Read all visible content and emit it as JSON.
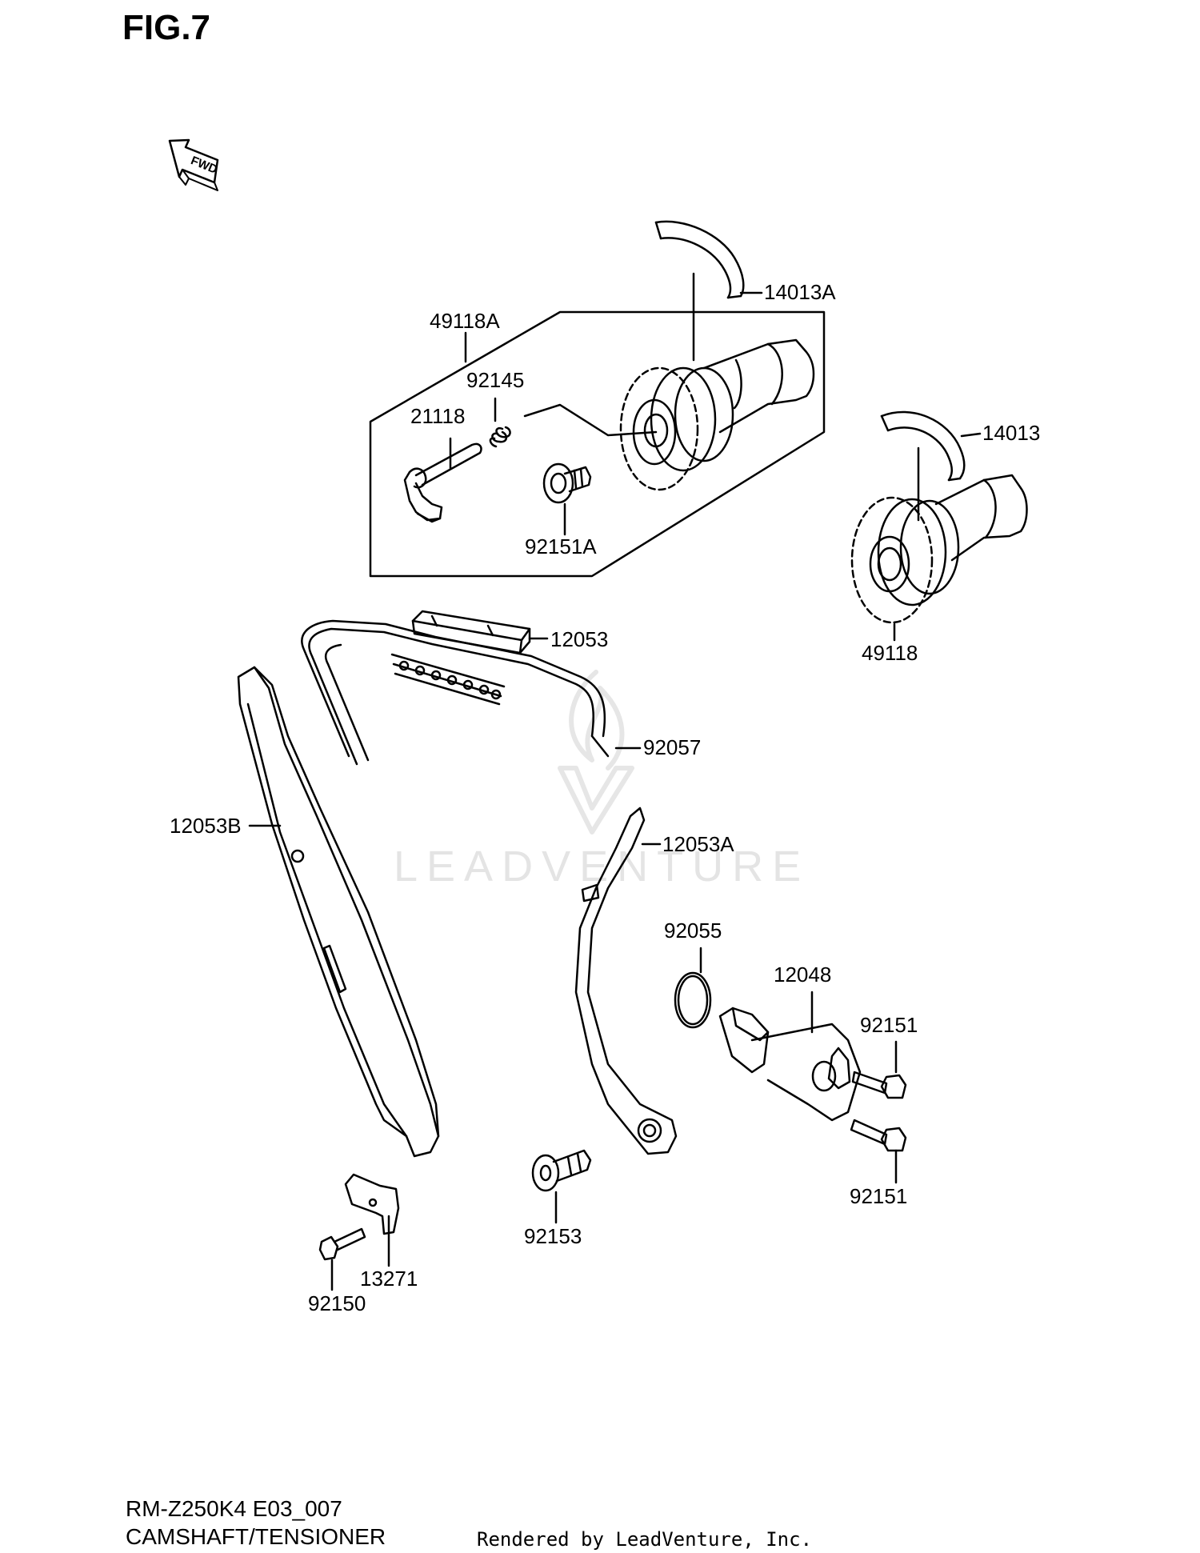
{
  "figure_title": "FIG.7",
  "fwd_badge": "FWD",
  "watermark": "LEADVENTURE",
  "labels": {
    "p14013A": "14013A",
    "p49118A": "49118A",
    "p92145": "92145",
    "p21118": "21118",
    "p92151A": "92151A",
    "p14013": "14013",
    "p49118": "49118",
    "p12053": "12053",
    "p92057": "92057",
    "p12053B": "12053B",
    "p12053A": "12053A",
    "p92055": "92055",
    "p12048": "12048",
    "p92151_top": "92151",
    "p92151_bottom": "92151",
    "p92153": "92153",
    "p13271": "13271",
    "p92150": "92150"
  },
  "footer": {
    "model_code": "RM-Z250K4 E03_007",
    "section_name": "CAMSHAFT/TENSIONER",
    "rendered_by": "Rendered by LeadVenture, Inc."
  }
}
